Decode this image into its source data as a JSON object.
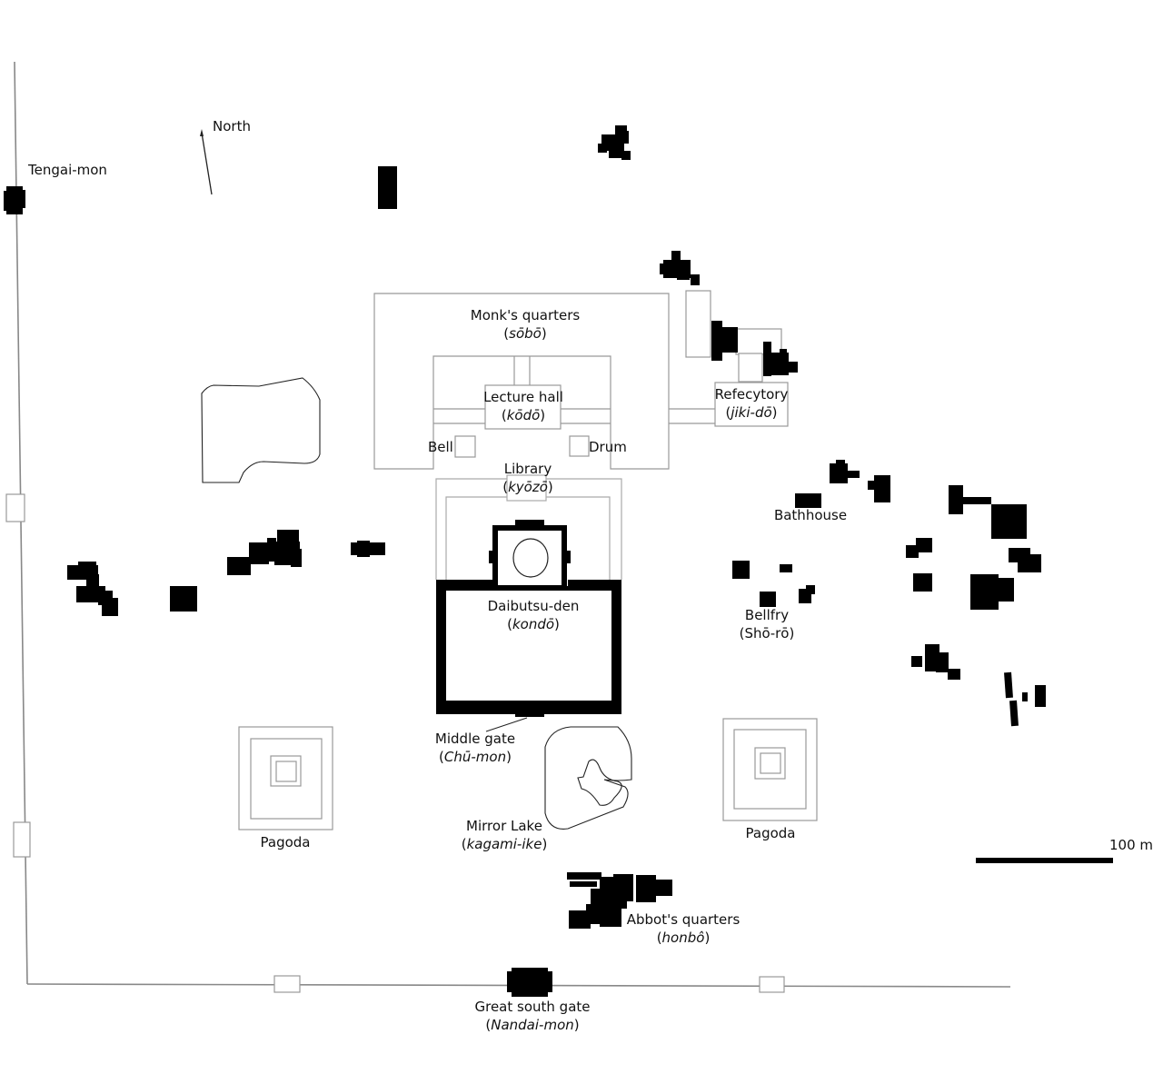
{
  "title": "Tōdai-ji temple complex site plan",
  "colors": {
    "building_fill": "#000000",
    "outline": "#999999",
    "boundary": "#888888",
    "text": "#111111",
    "background": "#ffffff"
  },
  "compass": {
    "label": "North",
    "icon": "north-arrow-icon"
  },
  "scale_bar": {
    "label": "100 m",
    "length_m": 100
  },
  "labels": {
    "tengai_mon": "Tengai-mon",
    "monks_quarters": {
      "name": "Monk's quarters",
      "jp": "sōbō"
    },
    "lecture_hall": {
      "name": "Lecture hall",
      "jp": "kōdō"
    },
    "bell": "Bell",
    "drum": "Drum",
    "library": {
      "name": "Library",
      "jp": "kyōzō"
    },
    "refectory": {
      "name": "Refecytory",
      "jp": "jiki-dō"
    },
    "bathhouse": "Bathhouse",
    "daibutsu_den": {
      "name": "Daibutsu-den",
      "jp": "kondō"
    },
    "bellfry": {
      "name": "Bellfry",
      "jp": "Shō-rō"
    },
    "middle_gate": {
      "name": "Middle gate",
      "jp": "Chū-mon"
    },
    "pagoda_west": "Pagoda",
    "pagoda_east": "Pagoda",
    "mirror_lake": {
      "name": "Mirror Lake",
      "jp": "kagami-ike"
    },
    "abbots_quarters": {
      "name": "Abbot's quarters",
      "jp": "honbô"
    },
    "great_south_gate": {
      "name": "Great south gate",
      "jp": "Nandai-mon"
    }
  },
  "paren": {
    "open": "(",
    "close": ")"
  }
}
